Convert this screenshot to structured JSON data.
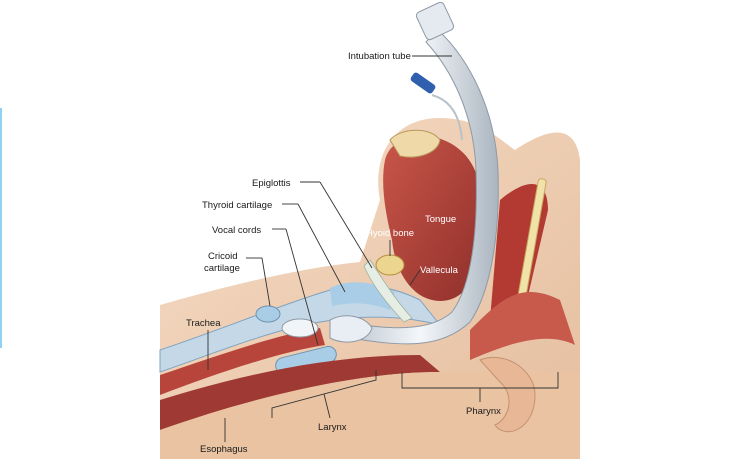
{
  "labels": {
    "intubation_tube": "Intubation tube",
    "epiglottis": "Epiglottis",
    "thyroid_cartilage": "Thyroid cartilage",
    "vocal_cords": "Vocal cords",
    "cricoid_line1": "Cricoid",
    "cricoid_line2": "cartilage",
    "tongue": "Tongue",
    "hyoid_bone": "Hyoid bone",
    "vallecula": "Vallecula",
    "trachea": "Trachea",
    "esophagus": "Esophagus",
    "larynx": "Larynx",
    "pharynx": "Pharynx"
  },
  "colors": {
    "skin": "#efcfb2",
    "muscle": "#b8453c",
    "cartilage": "#a9cde6",
    "tube": "#dde4ea",
    "connector": "#2f5fae"
  }
}
